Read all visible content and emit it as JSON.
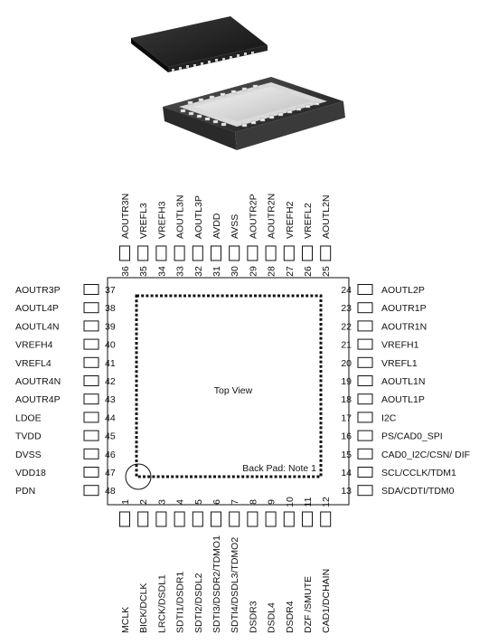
{
  "diagram": {
    "center_label": "Top View",
    "back_pad_label": "Back Pad: Note 1"
  },
  "pins": {
    "left": [
      {
        "num": "37",
        "name": "AOUTR3P"
      },
      {
        "num": "38",
        "name": "AOUTL4P"
      },
      {
        "num": "39",
        "name": "AOUTL4N"
      },
      {
        "num": "40",
        "name": "VREFH4"
      },
      {
        "num": "41",
        "name": "VREFL4"
      },
      {
        "num": "42",
        "name": "AOUTR4N"
      },
      {
        "num": "43",
        "name": "AOUTR4P"
      },
      {
        "num": "44",
        "name": "LDOE"
      },
      {
        "num": "45",
        "name": "TVDD"
      },
      {
        "num": "46",
        "name": "DVSS"
      },
      {
        "num": "47",
        "name": "VDD18"
      },
      {
        "num": "48",
        "name": "PDN"
      }
    ],
    "right": [
      {
        "num": "24",
        "name": "AOUTL2P"
      },
      {
        "num": "23",
        "name": "AOUTR1P"
      },
      {
        "num": "22",
        "name": "AOUTR1N"
      },
      {
        "num": "21",
        "name": "VREFH1"
      },
      {
        "num": "20",
        "name": "VREFL1"
      },
      {
        "num": "19",
        "name": "AOUTL1N"
      },
      {
        "num": "18",
        "name": "AOUTL1P"
      },
      {
        "num": "17",
        "name": "I2C"
      },
      {
        "num": "16",
        "name": "PS/CAD0_SPI"
      },
      {
        "num": "15",
        "name": "CAD0_I2C/CSN/ DIF"
      },
      {
        "num": "14",
        "name": "SCL/CCLK/TDM1"
      },
      {
        "num": "13",
        "name": "SDA/CDTI/TDM0"
      }
    ],
    "top": [
      {
        "num": "36",
        "name": "AOUTR3N"
      },
      {
        "num": "35",
        "name": "VREFL3"
      },
      {
        "num": "34",
        "name": "VREFH3"
      },
      {
        "num": "33",
        "name": "AOUTL3N"
      },
      {
        "num": "32",
        "name": "AOUTL3P"
      },
      {
        "num": "31",
        "name": "AVDD"
      },
      {
        "num": "30",
        "name": "AVSS"
      },
      {
        "num": "29",
        "name": "AOUTR2P"
      },
      {
        "num": "28",
        "name": "AOUTR2N"
      },
      {
        "num": "27",
        "name": "VREFH2"
      },
      {
        "num": "26",
        "name": "VREFL2"
      },
      {
        "num": "25",
        "name": "AOUTL2N"
      }
    ],
    "bottom": [
      {
        "num": "1",
        "name": "MCLK"
      },
      {
        "num": "2",
        "name": "BICK/DCLK"
      },
      {
        "num": "3",
        "name": "LRCK/DSDL1"
      },
      {
        "num": "4",
        "name": "SDTI1/DSDR1"
      },
      {
        "num": "5",
        "name": "SDTI2/DSDL2"
      },
      {
        "num": "6",
        "name": "SDTI3/DSDR2/TDMO1"
      },
      {
        "num": "7",
        "name": "SDTI4/DSDL3/TDMO2"
      },
      {
        "num": "8",
        "name": "DSDR3"
      },
      {
        "num": "9",
        "name": "DSDL4"
      },
      {
        "num": "10",
        "name": "DSDR4"
      },
      {
        "num": "11",
        "name": "DZF /SMUTE"
      },
      {
        "num": "12",
        "name": "CAD1/DCHAIN"
      }
    ]
  }
}
